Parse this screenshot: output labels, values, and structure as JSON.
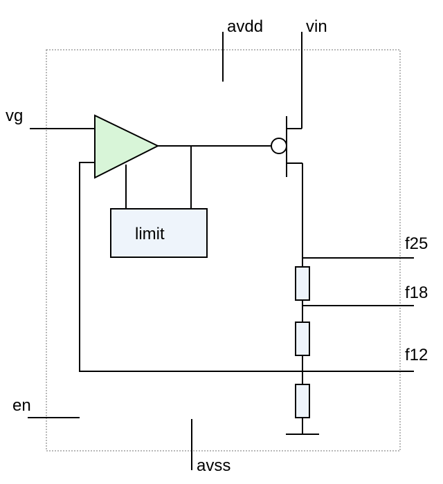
{
  "labels": {
    "avdd": "avdd",
    "vin": "vin",
    "vg": "vg",
    "limit": "limit",
    "f25": "f25",
    "f18": "f18",
    "f12": "f12",
    "en": "en",
    "avss": "avss"
  },
  "colors": {
    "amplifier_fill": "#d8f5d8",
    "limit_fill": "#eef4fb",
    "resistor_fill": "#eef4fb",
    "boundary": "#a0a0a0",
    "wire": "#000000"
  },
  "icons": {
    "amplifier": "opamp-triangle-icon",
    "transistor": "pmos-transistor-icon",
    "resistor": "resistor-icon",
    "ground": "ground-icon"
  }
}
